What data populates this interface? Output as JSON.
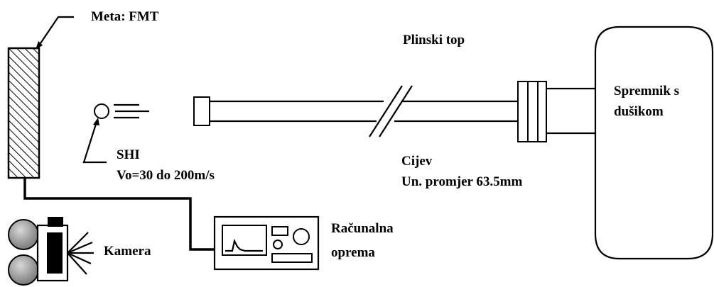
{
  "labels": {
    "target": "Meta: FMT",
    "gun": "Plinski top",
    "tank_line1": "Spremnik s",
    "tank_line2": "dušikom",
    "projectile": "SHI",
    "velocity": "Vo=30 do 200m/s",
    "barrel_line1": "Cijev",
    "barrel_line2": "Un. promjer 63.5mm",
    "computer_line1": "Računalna",
    "computer_line2": "oprema",
    "camera": "Kamera"
  },
  "colors": {
    "stroke": "#000000",
    "background": "#ffffff",
    "camera_lens": "#9a9a9a"
  },
  "icons": [
    "hatched-target",
    "projectile-icon",
    "barrel",
    "nitrogen-tank",
    "computer-equipment",
    "camera-icon"
  ]
}
